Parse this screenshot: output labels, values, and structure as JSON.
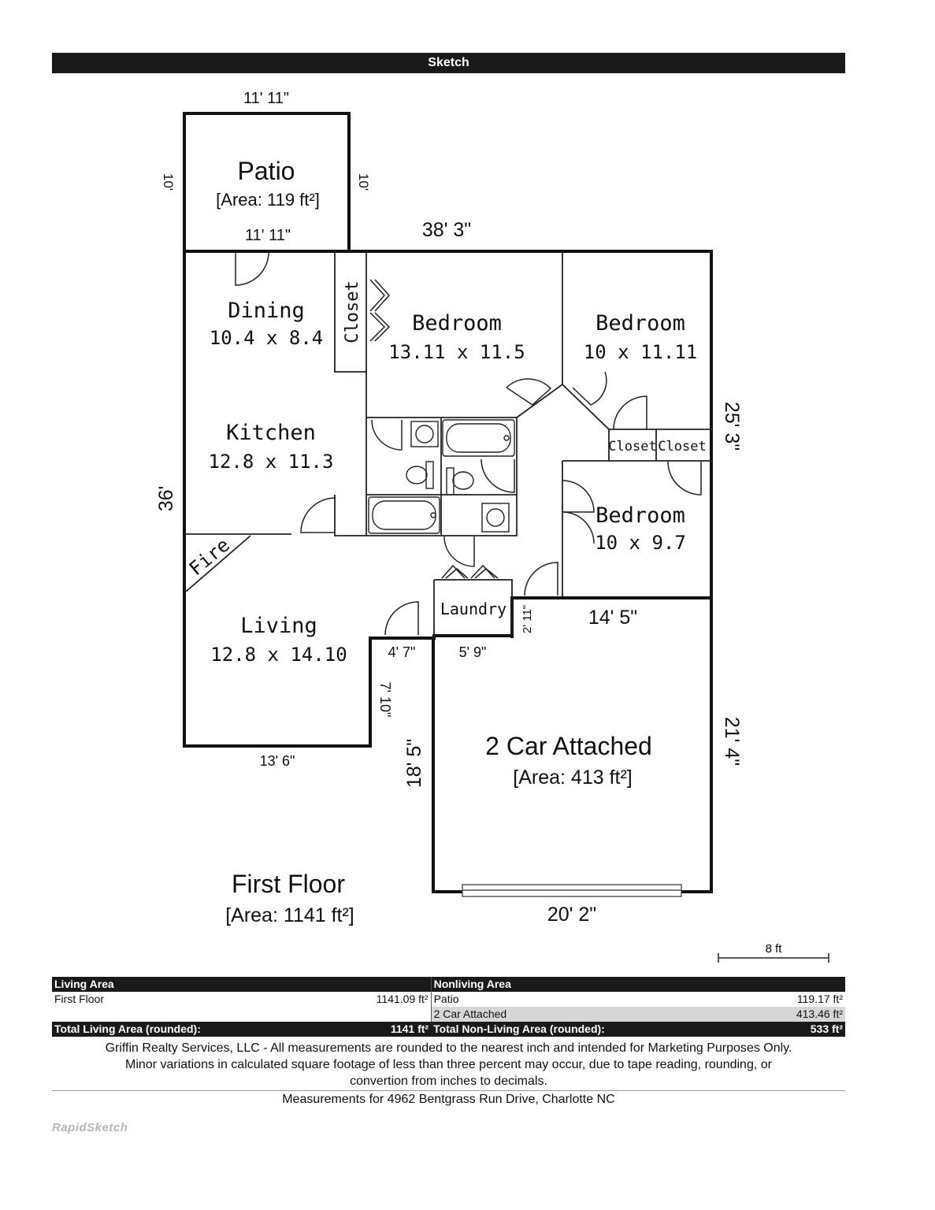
{
  "header": {
    "title": "Sketch"
  },
  "rooms": {
    "patio": {
      "name": "Patio",
      "area": "[Area: 119 ft²]"
    },
    "dining": {
      "name": "Dining",
      "size": "10.4 x 8.4"
    },
    "closet_main": "Closet",
    "bedroom1": {
      "name": "Bedroom",
      "size": "13.11 x 11.5"
    },
    "bedroom2": {
      "name": "Bedroom",
      "size": "10 x 11.11"
    },
    "kitchen": {
      "name": "Kitchen",
      "size": "12.8 x 11.3"
    },
    "closet_a": "Closet",
    "closet_b": "Closet",
    "bedroom3": {
      "name": "Bedroom",
      "size": "10 x 9.7"
    },
    "fire": "Fire",
    "laundry": "Laundry",
    "living": {
      "name": "Living",
      "size": "12.8 x 14.10"
    },
    "garage": {
      "name": "2 Car Attached",
      "area": "[Area: 413 ft²]"
    }
  },
  "dimensions": {
    "patio_top": "11' 11\"",
    "patio_bottom": "11' 11\"",
    "patio_left": "10'",
    "patio_right": "10'",
    "house_top": "38' 3\"",
    "house_right": "25' 3\"",
    "house_left": "36'",
    "garage_top": "14' 5\"",
    "laundry_side": "2' 11\"",
    "step_a": "4' 7\"",
    "step_b": "5' 9\"",
    "step_vertical": "7' 10\"",
    "living_bottom": "13' 6\"",
    "garage_left": "18' 5\"",
    "garage_right": "21' 4\"",
    "garage_bottom": "20' 2\""
  },
  "floor": {
    "name": "First Floor",
    "area": "[Area: 1141 ft²]"
  },
  "scale": {
    "label": "8 ft"
  },
  "area_table": {
    "living_header": "Living Area",
    "nonliving_header": "Nonliving Area",
    "rows": [
      {
        "living_name": "First Floor",
        "living_value": "1141.09 ft²",
        "nonliving_name": "Patio",
        "nonliving_value": "119.17 ft²"
      },
      {
        "living_name": "",
        "living_value": "",
        "nonliving_name": "2 Car Attached",
        "nonliving_value": "413.46 ft²"
      }
    ],
    "total_living_label": "Total Living Area (rounded):",
    "total_living_value": "1141 ft²",
    "total_nonliving_label": "Total Non-Living Area (rounded):",
    "total_nonliving_value": "533 ft²"
  },
  "disclaimer": [
    "Griffin Realty Services, LLC - All measurements are rounded to the nearest inch and intended for Marketing Purposes Only.",
    "Minor variations in calculated square footage of less than three percent may occur, due to tape reading, rounding, or",
    "convertion from inches to decimals."
  ],
  "address": "Measurements for 4962 Bentgrass Run Drive, Charlotte NC",
  "brand": "RapidSketch"
}
